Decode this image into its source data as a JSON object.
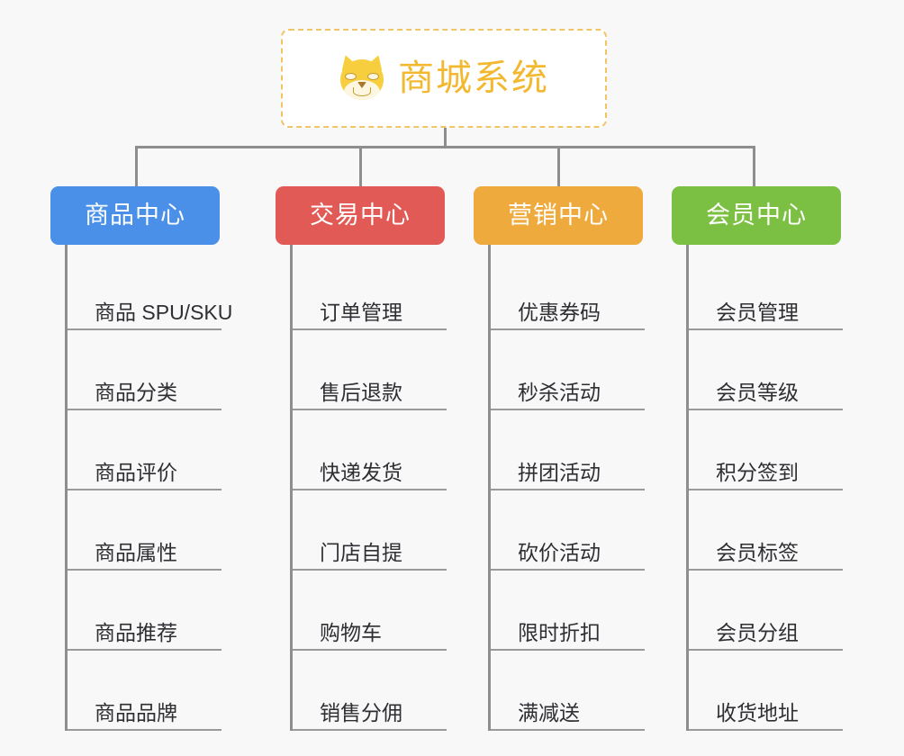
{
  "root": {
    "title": "商城系统",
    "icon": "shiba-inu-dog-face-emoji",
    "text_color": "#f2b930",
    "border_color": "#f3c464",
    "background": "#ffffff"
  },
  "canvas": {
    "background": "#f8f8f9",
    "connector_color": "#8e8e8e"
  },
  "branches": [
    {
      "label": "商品中心",
      "color": "#4a90e8",
      "items": [
        "商品 SPU/SKU",
        "商品分类",
        "商品评价",
        "商品属性",
        "商品推荐",
        "商品品牌"
      ]
    },
    {
      "label": "交易中心",
      "color": "#e25a55",
      "items": [
        "订单管理",
        "售后退款",
        "快递发货",
        "门店自提",
        "购物车",
        "销售分佣"
      ]
    },
    {
      "label": "营销中心",
      "color": "#eeaa3c",
      "items": [
        "优惠券码",
        "秒杀活动",
        "拼团活动",
        "砍价活动",
        "限时折扣",
        "满减送"
      ]
    },
    {
      "label": "会员中心",
      "color": "#7cc043",
      "items": [
        "会员管理",
        "会员等级",
        "积分签到",
        "会员标签",
        "会员分组",
        "收货地址"
      ]
    }
  ]
}
